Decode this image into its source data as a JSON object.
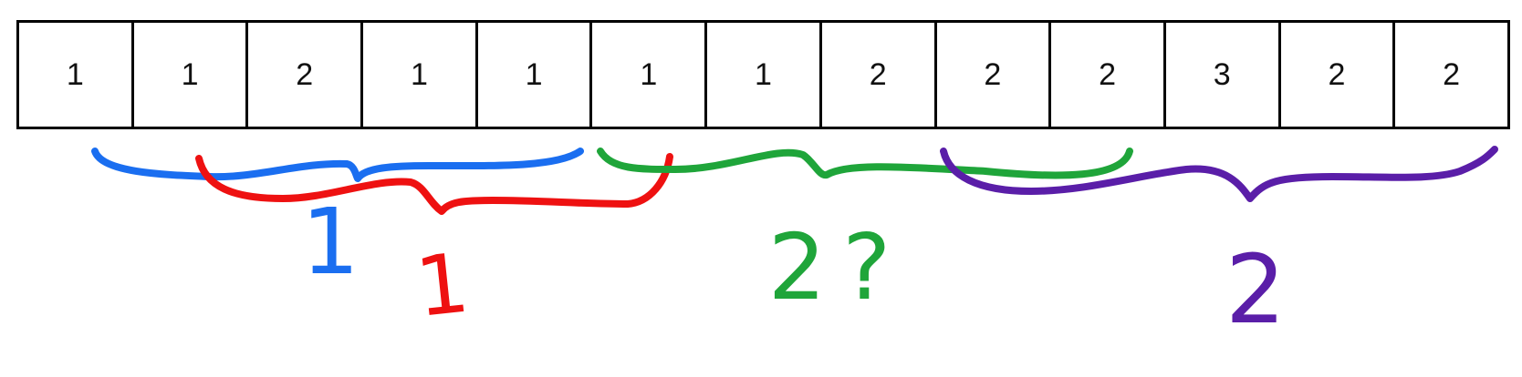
{
  "cells": [
    "1",
    "1",
    "2",
    "1",
    "1",
    "1",
    "1",
    "2",
    "2",
    "2",
    "3",
    "2",
    "2"
  ],
  "annotations": {
    "blue": {
      "label": "1",
      "color": "#1a6ef0"
    },
    "red": {
      "label": "1",
      "color": "#ee1111"
    },
    "green": {
      "label": "2?",
      "color": "#1fa53a"
    },
    "purple": {
      "label": "2",
      "color": "#5a1ea8"
    }
  }
}
